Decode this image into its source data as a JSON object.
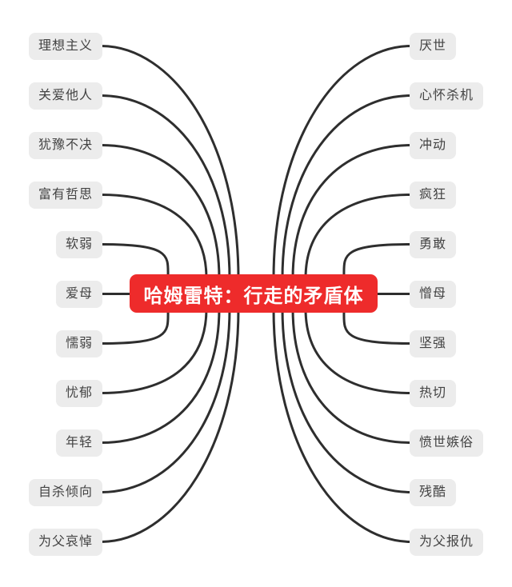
{
  "mindmap": {
    "central_topic": "哈姆雷特：行走的矛盾体",
    "branches": {
      "left": [
        "理想主义",
        "关爱他人",
        "犹豫不决",
        "富有哲思",
        "软弱",
        "爱母",
        "懦弱",
        "忧郁",
        "年轻",
        "自杀倾向",
        "为父哀悼"
      ],
      "right": [
        "厌世",
        "心怀杀机",
        "冲动",
        "疯狂",
        "勇敢",
        "憎母",
        "坚强",
        "热切",
        "愤世嫉俗",
        "残酷",
        "为父报仇"
      ]
    }
  },
  "colors": {
    "canvas_bg": "#ffffff",
    "title_bg": "#ee2b2b",
    "title_text": "#ffffff",
    "node_bg": "#ececec",
    "node_text": "#434343",
    "line": "#2e2e2e"
  }
}
